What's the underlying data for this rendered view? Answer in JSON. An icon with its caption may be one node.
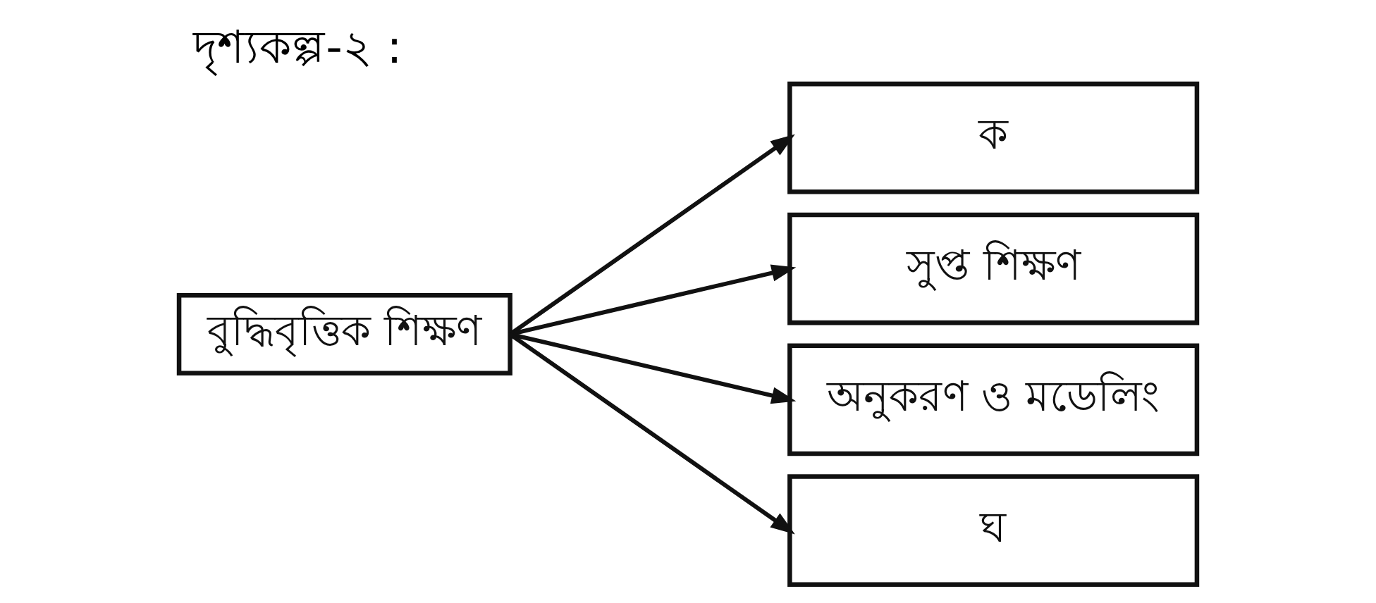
{
  "diagram": {
    "title": "দৃশ্যকল্প-২ :",
    "nodes": [
      {
        "text": [
          "বুদ্ধিবৃত্তিক শিক্ষণ"
        ]
      },
      {
        "text": [
          "ক"
        ]
      },
      {
        "text": [
          "সুপ্ত শিক্ষণ"
        ]
      },
      {
        "text": [
          "অনুকরণ ও মডেলিং"
        ]
      },
      {
        "text": [
          "ঘ"
        ]
      }
    ],
    "edges": [
      {
        "from": 0,
        "to": 1,
        "arrow": "to"
      },
      {
        "from": 0,
        "to": 2,
        "arrow": "to"
      },
      {
        "from": 0,
        "to": 3,
        "arrow": "to"
      },
      {
        "from": 0,
        "to": 4,
        "arrow": "to"
      }
    ]
  }
}
